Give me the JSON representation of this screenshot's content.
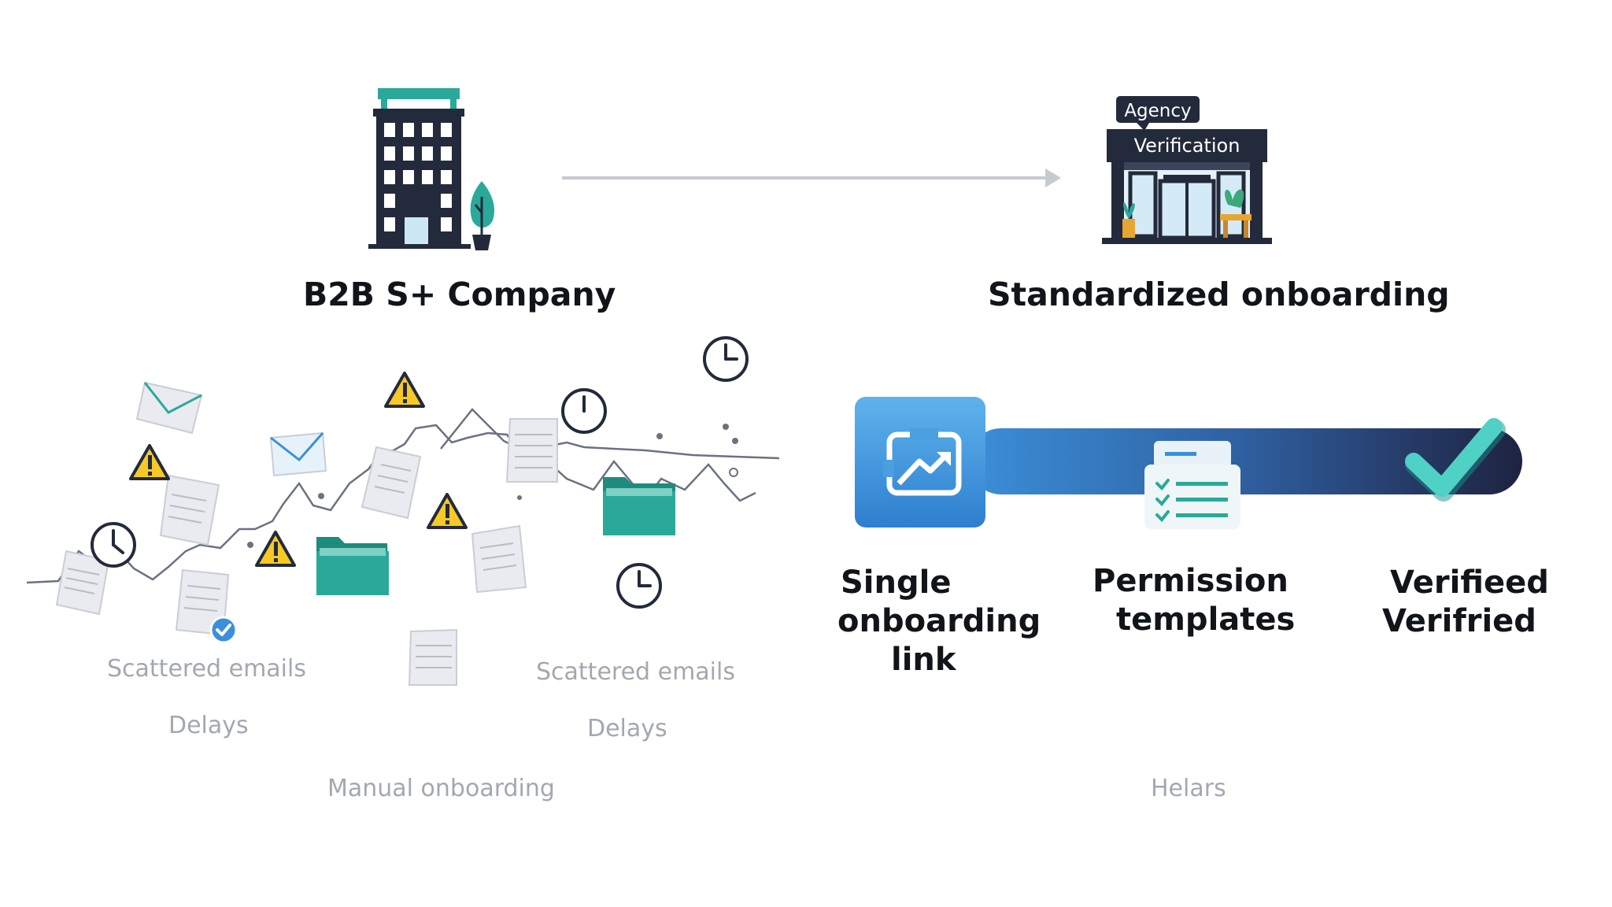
{
  "top": {
    "company_label": "B2B S+ Company",
    "agency_tag": "Agency",
    "verification_sign": "Verification",
    "standardized_label": "Standardized onboarding"
  },
  "manual": {
    "scattered_left": "Scattered emails",
    "delays_left": "Delays",
    "scattered_right": "Scattered emails",
    "delays_right": "Delays",
    "caption": "Manual onboarding"
  },
  "flow": {
    "steps": [
      {
        "lines": [
          "Single",
          "onboarding",
          "link"
        ]
      },
      {
        "lines": [
          "Permission",
          "templates"
        ]
      },
      {
        "lines": [
          "Verifieed",
          "Verifried"
        ]
      }
    ],
    "caption": "Helars"
  },
  "colors": {
    "teal": "#2aa99a",
    "dark_navy": "#232a3b",
    "blue": "#3b8fd9",
    "warning_yellow": "#f6c927"
  },
  "icons": {
    "company": "office-building-icon",
    "agency": "storefront-icon",
    "link": "link-share-icon",
    "templates": "checklist-icon",
    "verified": "checkmark-icon"
  }
}
